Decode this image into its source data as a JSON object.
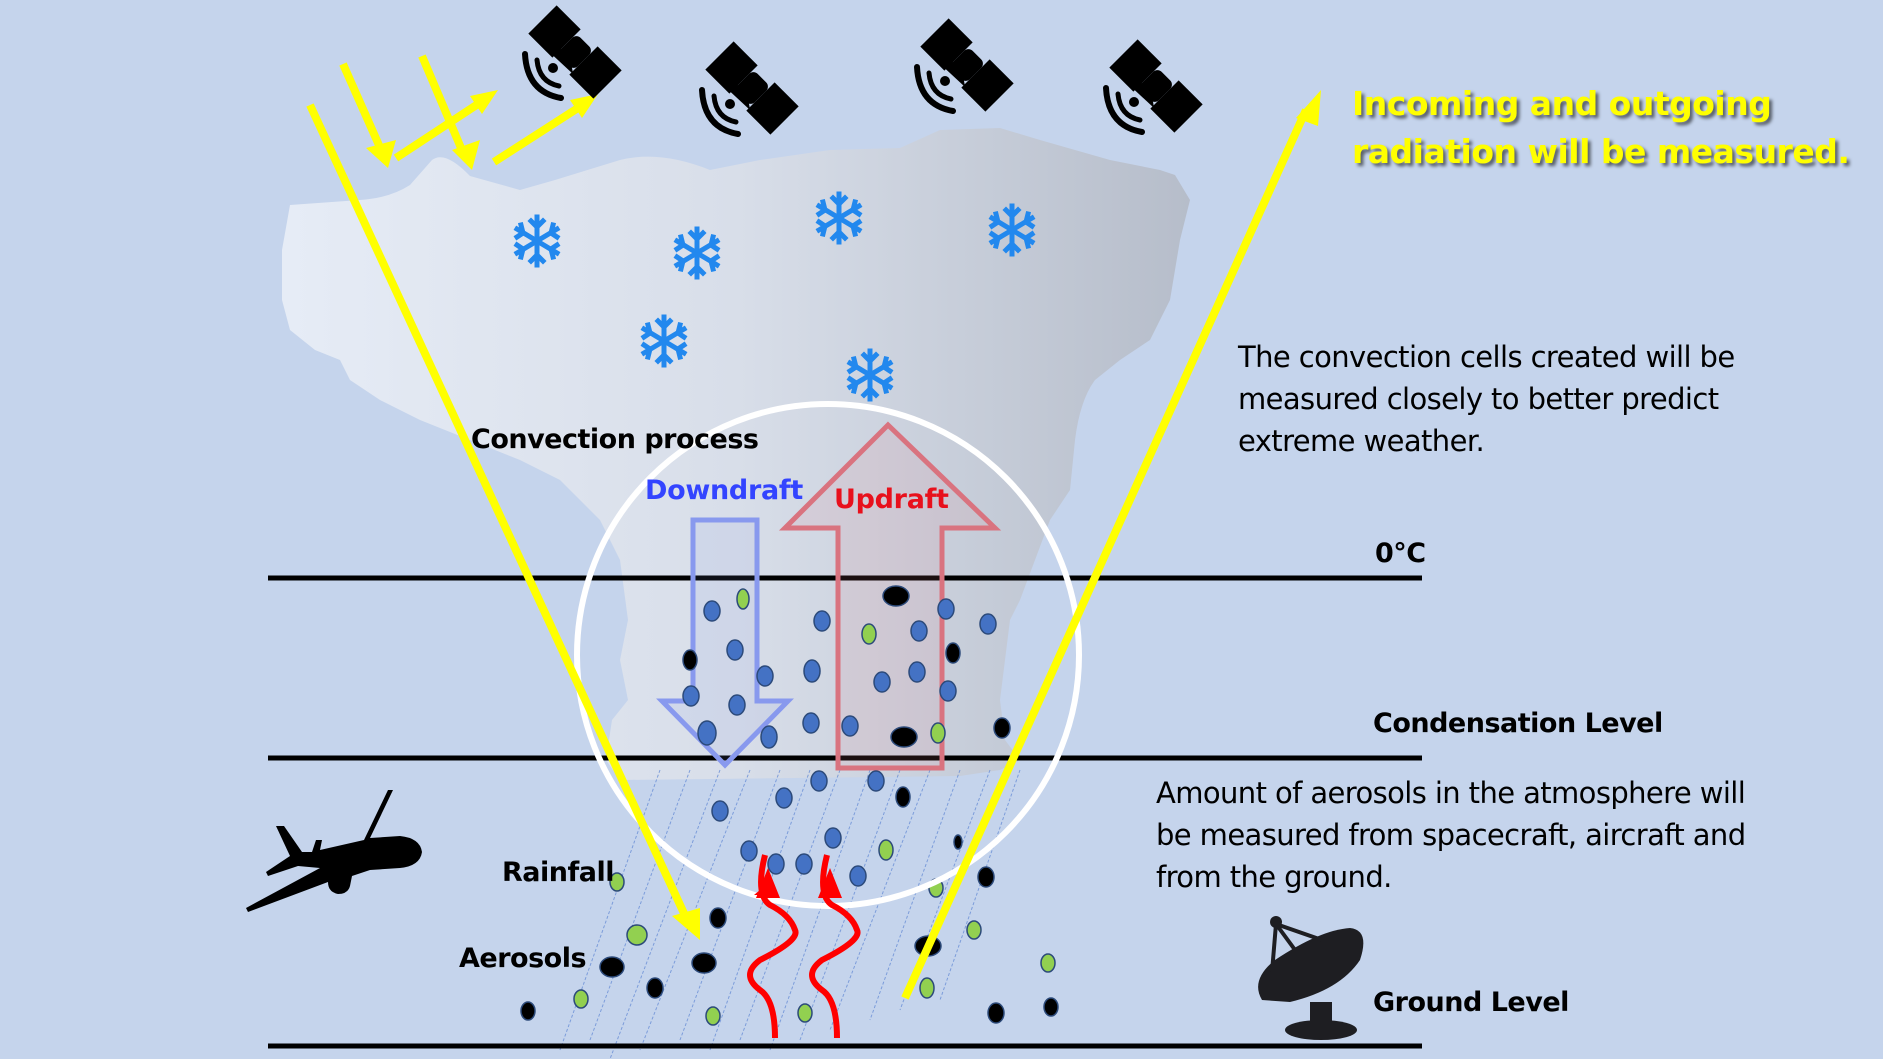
{
  "headline": {
    "line1": "Incoming and outgoing",
    "line2": "radiation will be measured.",
    "color": "#ffff00"
  },
  "convection_note": {
    "line1": "The convection cells created will be",
    "line2": "measured closely to better predict",
    "line3": "extreme weather."
  },
  "aerosol_note": {
    "line1": "Amount of aerosols in the atmosphere will",
    "line2": "be measured from spacecraft, aircraft and",
    "line3": "from the ground."
  },
  "labels": {
    "convection_process": "Convection process",
    "downdraft": "Downdraft",
    "updraft": "Updraft",
    "freezing_level": "0°C",
    "condensation_level": "Condensation Level",
    "ground_level": "Ground Level",
    "rainfall": "Rainfall",
    "aerosols": "Aerosols"
  },
  "icons": {
    "satellites": [
      "satellite-icon",
      "satellite-icon",
      "satellite-icon",
      "satellite-icon"
    ],
    "snowflakes": [
      "snowflake-icon",
      "snowflake-icon",
      "snowflake-icon",
      "snowflake-icon",
      "snowflake-icon",
      "snowflake-icon"
    ],
    "aircraft": "airplane-icon",
    "ground_station": "satellite-dish-icon"
  },
  "colors": {
    "background": "#c5d4ec",
    "radiation": "#ffff00",
    "downdraft": "#3344ff",
    "updraft": "#e8101c",
    "snowflake": "#2288ee",
    "droplet": "#4472c4",
    "aerosol_green": "#92d050",
    "aerosol_black": "#000000"
  }
}
